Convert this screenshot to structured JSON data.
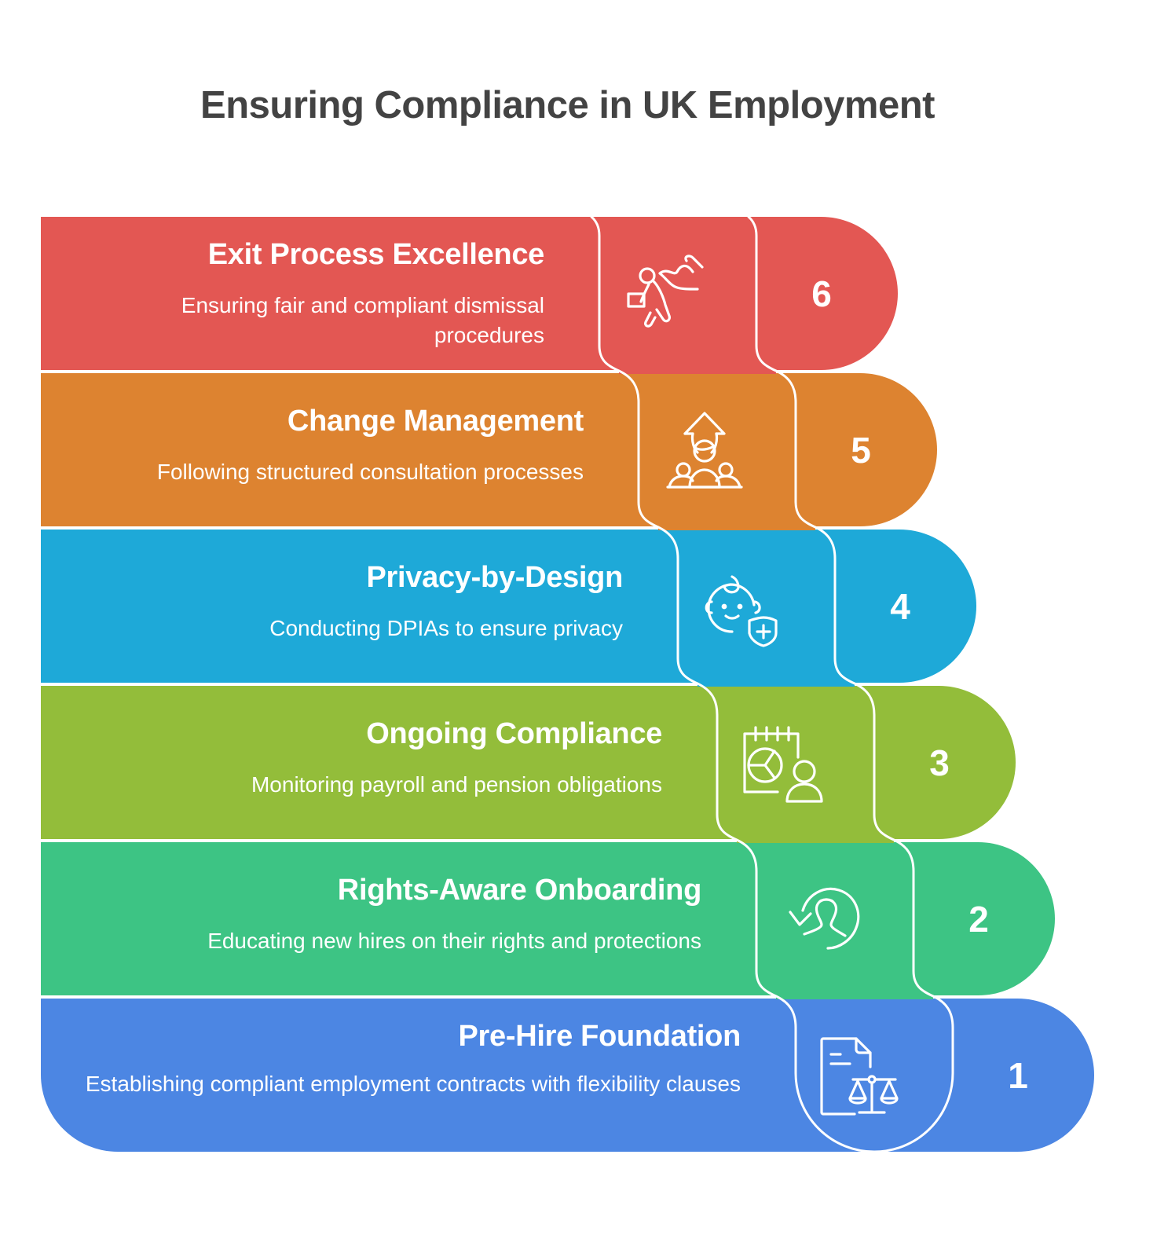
{
  "title": "Ensuring Compliance in UK Employment",
  "colors": {
    "background": "#ffffff",
    "title": "#434343",
    "divider": "#ffffff"
  },
  "steps": [
    {
      "number": "6",
      "title": "Exit Process Excellence",
      "description": "Ensuring fair and compliant dismissal procedures",
      "icon": "person-leaving-with-box-icon",
      "color": "#E35753"
    },
    {
      "number": "5",
      "title": "Change Management",
      "description": "Following structured consultation processes",
      "icon": "group-growth-arrow-icon",
      "color": "#DD8330"
    },
    {
      "number": "4",
      "title": "Privacy-by-Design",
      "description": "Conducting DPIAs to ensure privacy",
      "icon": "child-face-shield-icon",
      "color": "#1EA9D8"
    },
    {
      "number": "3",
      "title": "Ongoing Compliance",
      "description": "Monitoring payroll and pension obligations",
      "icon": "calendar-chart-user-icon",
      "color": "#93BD3A"
    },
    {
      "number": "2",
      "title": "Rights-Aware Onboarding",
      "description": "Educating new hires on their rights and protections",
      "icon": "user-cycle-arrow-icon",
      "color": "#3DC484"
    },
    {
      "number": "1",
      "title": "Pre-Hire Foundation",
      "description": "Establishing compliant employment contracts with flexibility clauses",
      "icon": "contract-scales-icon",
      "color": "#4C86E3"
    }
  ]
}
